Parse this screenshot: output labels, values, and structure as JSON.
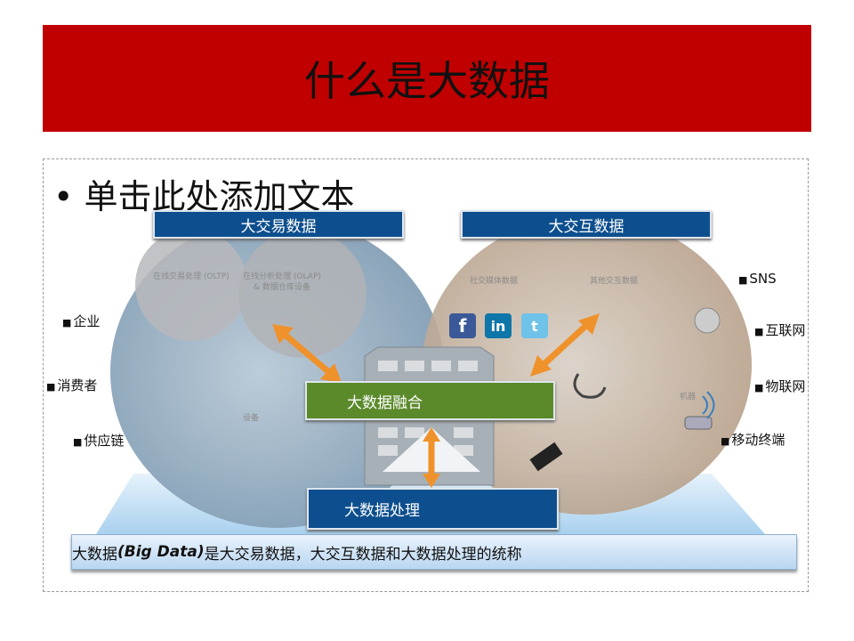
{
  "slide": {
    "title": "什么是大数据",
    "bullet": "单击此处添加文本"
  },
  "diagram": {
    "left_header": "大交易数据",
    "right_header": "大交互数据",
    "fusion": "大数据融合",
    "processing": "大数据处理",
    "oltp": "在线交易处理 (OLTP)",
    "olap": "在线分析处理 (OLAP) & 数据仓库设备",
    "device": "设备",
    "social": "社交媒体数据",
    "other": "其他交互数据",
    "machine": "机器",
    "left_labels": [
      "企业",
      "消费者",
      "供应链"
    ],
    "right_labels": [
      "SNS",
      "互联网",
      "物联网",
      "移动终端"
    ],
    "caption_pre": "大数据",
    "caption_em": "(Big Data)",
    "caption_post": "是大交易数据，大交互数据和大数据处理的统称",
    "colors": {
      "title_bar": "#c00000",
      "header": "#0d4f8e",
      "fusion": "#5b8a2b",
      "arrow": "#f0922b"
    }
  }
}
